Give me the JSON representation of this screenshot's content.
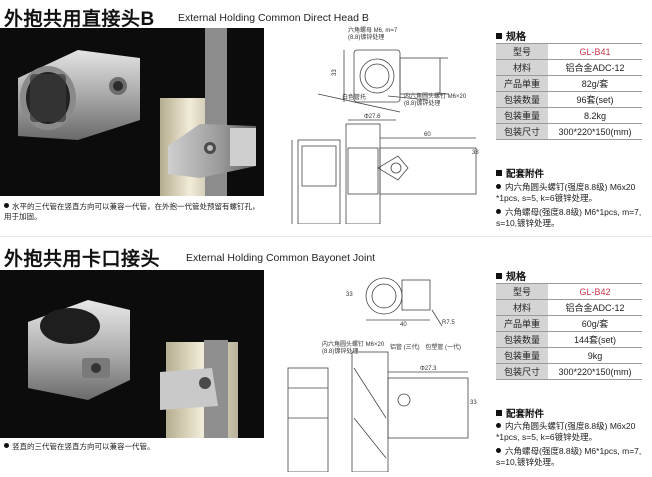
{
  "products": [
    {
      "title_cn": "外抱共用直接头B",
      "title_en": "External Holding Common Direct Head B",
      "note": "水平的三代管在竖直方向可以兼容一代管，在外抱一代管处预留有螺钉孔，用于加固。",
      "spec_header": "规格",
      "specs": [
        {
          "label": "型号",
          "value": "GL-B41"
        },
        {
          "label": "材料",
          "value": "铝合金ADC-12"
        },
        {
          "label": "产品单重",
          "value": "82g/套"
        },
        {
          "label": "包装数量",
          "value": "96套(set)"
        },
        {
          "label": "包装重量",
          "value": "8.2kg"
        },
        {
          "label": "包装尺寸",
          "value": "300*220*150(mm)"
        }
      ],
      "accessories_header": "配套附件",
      "accessories": [
        "内六角圆头螺钉(强度8.8级) M6x20 *1pcs, s=5, k=6镀锌处理。",
        "六角螺母(强度8.8级) M6*1pcs, m=7, s=10,镀锌处理。"
      ],
      "drawing_labels": {
        "nut": "六角螺母 M6, m=7",
        "nut2": "(8.8)镀锌处理",
        "pipe": "白色管托",
        "screw": "内六角圆头螺钉 M6×20",
        "screw2": "(8.8)镀锌处理",
        "dim_27_6": "Φ27.6",
        "dim_60": "60",
        "dim_33": "33",
        "dim_38": "38"
      }
    },
    {
      "title_cn": "外抱共用卡口接头",
      "title_en": "External Holding Common Bayonet Joint",
      "note": "竖直的三代管在竖直方向可以兼容一代管。",
      "spec_header": "规格",
      "specs": [
        {
          "label": "型号",
          "value": "GL-B42"
        },
        {
          "label": "材料",
          "value": "铝合金ADC-12"
        },
        {
          "label": "产品单重",
          "value": "60g/套"
        },
        {
          "label": "包装数量",
          "value": "144套(set)"
        },
        {
          "label": "包装重量",
          "value": "9kg"
        },
        {
          "label": "包装尺寸",
          "value": "300*220*150(mm)"
        }
      ],
      "accessories_header": "配套附件",
      "accessories": [
        "内六角圆头螺钉(强度8.8级) M6x20 *1pcs, s=5, k=6镀锌处理。",
        "六角螺母(强度8.8级) M6*1pcs, m=7, s=10,镀锌处理。"
      ],
      "drawing_labels": {
        "screw": "内六角圆头螺钉 M6×20",
        "screw2": "(8.8)镀锌处理",
        "pipe3": "铝管 (三代)",
        "pipe1": "包塑管 (一代)",
        "dim_40": "40",
        "dim_33": "33",
        "dim_r": "R7.5",
        "dim_27_3": "Φ27.3",
        "dim_33b": "33"
      }
    }
  ],
  "colors": {
    "accent": "#d1344a",
    "label_bg": "#d4d4d4",
    "photo_bg": "#0c0c0c"
  }
}
